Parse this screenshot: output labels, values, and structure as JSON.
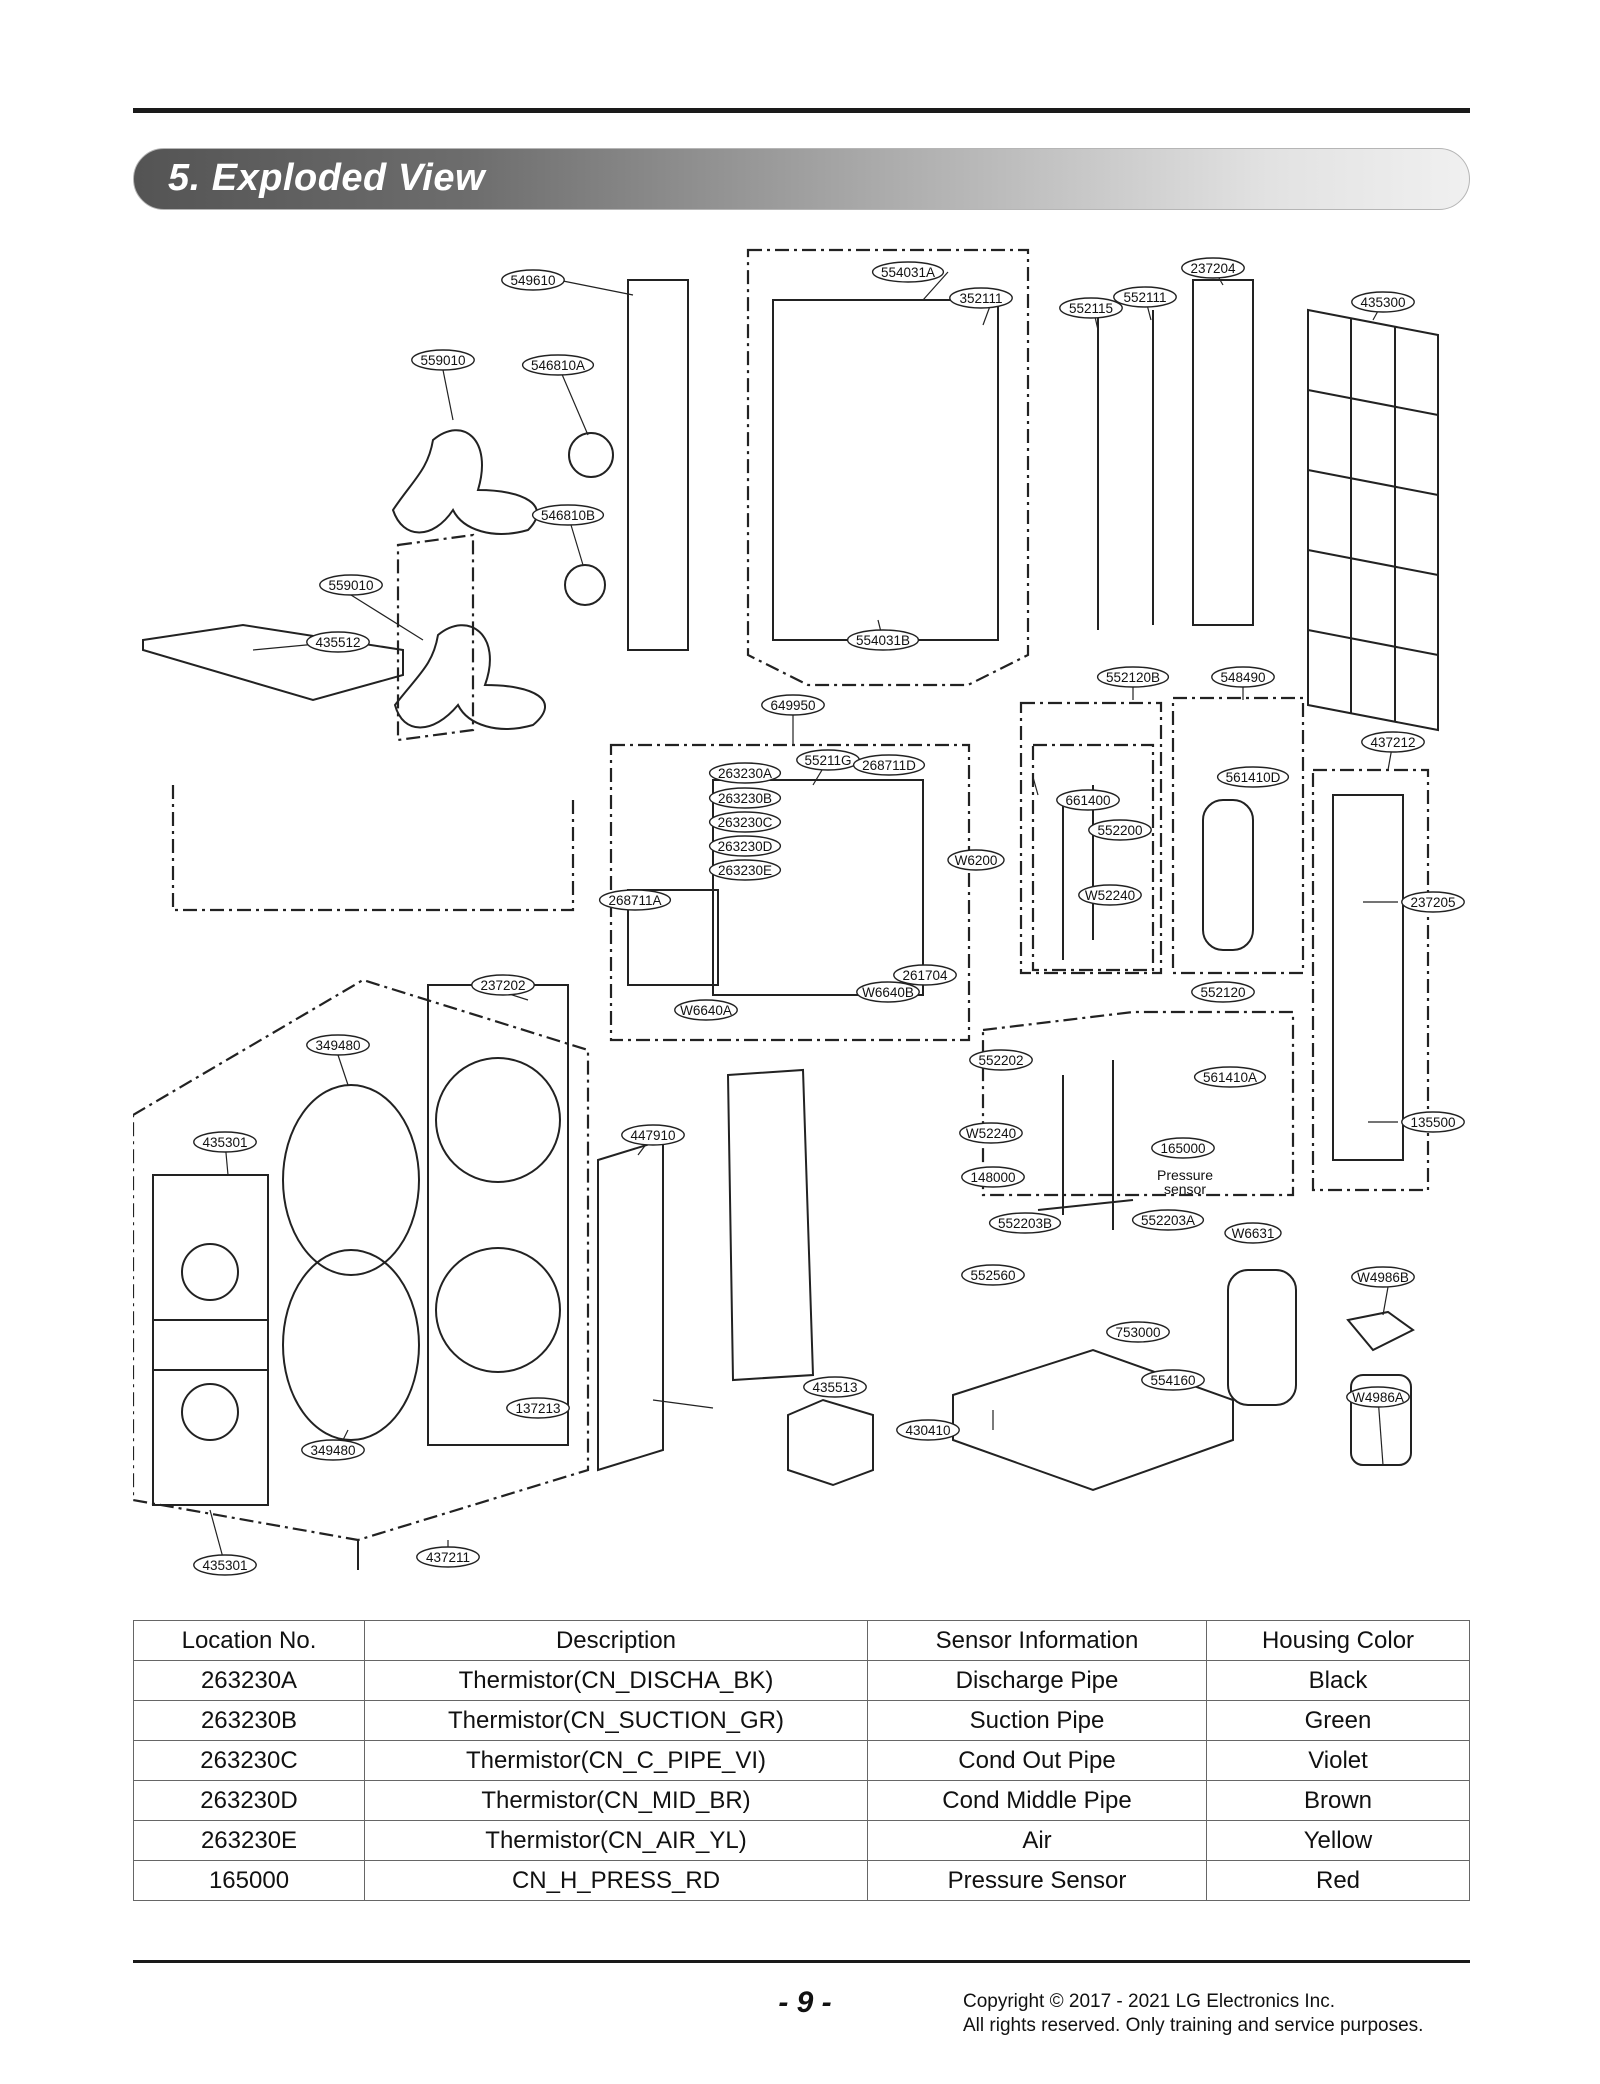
{
  "section": {
    "title": "5. Exploded View"
  },
  "labels": [
    {
      "id": "549610"
    },
    {
      "id": "554031A"
    },
    {
      "id": "352111"
    },
    {
      "id": "552115"
    },
    {
      "id": "552111"
    },
    {
      "id": "237204"
    },
    {
      "id": "435300"
    },
    {
      "id": "559010"
    },
    {
      "id": "546810A"
    },
    {
      "id": "546810B"
    },
    {
      "id": "559010"
    },
    {
      "id": "435512"
    },
    {
      "id": "554031B"
    },
    {
      "id": "552120B"
    },
    {
      "id": "548490"
    },
    {
      "id": "649950"
    },
    {
      "id": "55211G"
    },
    {
      "id": "561410D"
    },
    {
      "id": "437212"
    },
    {
      "id": "263230A"
    },
    {
      "id": "268711D"
    },
    {
      "id": "661400"
    },
    {
      "id": "263230B"
    },
    {
      "id": "263230C"
    },
    {
      "id": "552200"
    },
    {
      "id": "263230D"
    },
    {
      "id": "263230E"
    },
    {
      "id": "W6200"
    },
    {
      "id": "W52240"
    },
    {
      "id": "268711A"
    },
    {
      "id": "237205"
    },
    {
      "id": "261704"
    },
    {
      "id": "237202"
    },
    {
      "id": "552120"
    },
    {
      "id": "W6640B"
    },
    {
      "id": "W6640A"
    },
    {
      "id": "349480"
    },
    {
      "id": "552202"
    },
    {
      "id": "561410A"
    },
    {
      "id": "435301"
    },
    {
      "id": "447910"
    },
    {
      "id": "W52240"
    },
    {
      "id": "165000"
    },
    {
      "id": "135500"
    },
    {
      "id": "148000"
    },
    {
      "id": "552203B"
    },
    {
      "id": "552203A"
    },
    {
      "id": "W6631"
    },
    {
      "id": "552560"
    },
    {
      "id": "W4986B"
    },
    {
      "id": "753000"
    },
    {
      "id": "554160"
    },
    {
      "id": "137213"
    },
    {
      "id": "435513"
    },
    {
      "id": "430410"
    },
    {
      "id": "349480"
    },
    {
      "id": "W4986A"
    },
    {
      "id": "437211"
    },
    {
      "id": "435301"
    }
  ],
  "annotations": {
    "pressure_line1": "Pressure",
    "pressure_line2": "sensor"
  },
  "table": {
    "headers": [
      "Location No.",
      "Description",
      "Sensor Information",
      "Housing Color"
    ],
    "rows": [
      [
        "263230A",
        "Thermistor(CN_DISCHA_BK)",
        "Discharge Pipe",
        "Black"
      ],
      [
        "263230B",
        "Thermistor(CN_SUCTION_GR)",
        "Suction Pipe",
        "Green"
      ],
      [
        "263230C",
        "Thermistor(CN_C_PIPE_VI)",
        "Cond Out Pipe",
        "Violet"
      ],
      [
        "263230D",
        "Thermistor(CN_MID_BR)",
        "Cond Middle Pipe",
        "Brown"
      ],
      [
        "263230E",
        "Thermistor(CN_AIR_YL)",
        "Air",
        "Yellow"
      ],
      [
        "165000",
        "CN_H_PRESS_RD",
        "Pressure Sensor",
        "Red"
      ]
    ]
  },
  "footer": {
    "page": "- 9 -",
    "copyright_line1": "Copyright © 2017 - 2021 LG Electronics Inc.",
    "copyright_line2": "All rights reserved. Only training and service purposes."
  }
}
